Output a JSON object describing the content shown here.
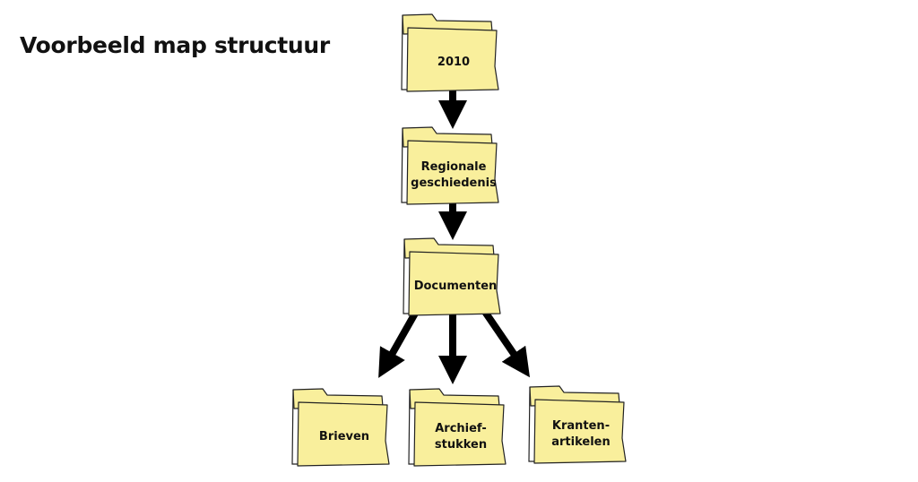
{
  "title": "Voorbeeld map structuur",
  "folder_color": "#f9ef9c",
  "folders": {
    "root": "2010",
    "level2": "Regionale\ngeschiedenis",
    "level3": "Documenten",
    "children": [
      "Brieven",
      "Archief-\nstukken",
      "Kranten-\nartikelen"
    ]
  }
}
